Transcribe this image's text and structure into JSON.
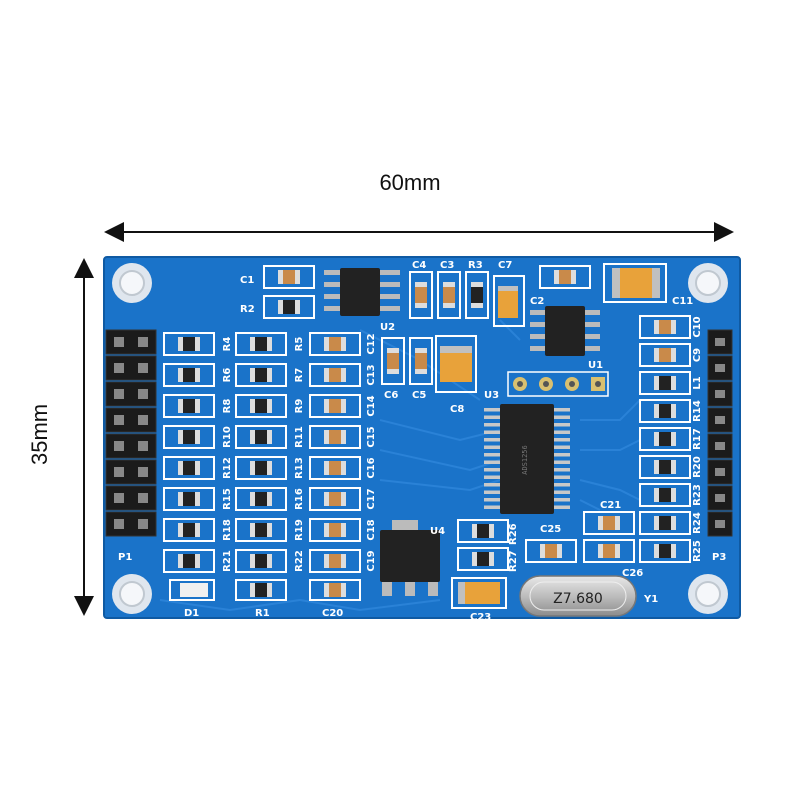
{
  "dimensions": {
    "width_label": "60mm",
    "height_label": "35mm"
  },
  "board": {
    "color": "#1a73c9",
    "silk_color": "#ffffff",
    "crystal_label": "Z7.680",
    "labels": {
      "c1": "C1",
      "r2": "R2",
      "c4": "C4",
      "c3": "C3",
      "r3": "R3",
      "c7": "C7",
      "u2": "U2",
      "c11": "C11",
      "c2": "C2",
      "c10": "C10",
      "c9": "C9",
      "l1": "L1",
      "r14": "R14",
      "r17": "R17",
      "r20": "R20",
      "r23": "R23",
      "r24": "R24",
      "r25": "R25",
      "p3": "P3",
      "c12": "C12",
      "c13": "C13",
      "c14": "C14",
      "c15": "C15",
      "c16": "C16",
      "c17": "C17",
      "c18": "C18",
      "c19": "C19",
      "c20": "C20",
      "c6": "C6",
      "c5": "C5",
      "c8": "C8",
      "u3": "U3",
      "u1": "U1",
      "u4": "U4",
      "r26": "R26",
      "r27": "R27",
      "c21": "C21",
      "c25": "C25",
      "c26": "C26",
      "c23": "C23",
      "y1": "Y1",
      "p1": "P1",
      "d1": "D1",
      "r1": "R1",
      "r4": "R4",
      "r5": "R5",
      "r6": "R6",
      "r7": "R7",
      "r8": "R8",
      "r9": "R9",
      "r10": "R10",
      "r11": "R11",
      "r12": "R12",
      "r13": "R13",
      "r15": "R15",
      "r16": "R16",
      "r18": "R18",
      "r19": "R19",
      "r21": "R21",
      "r22": "R22"
    }
  }
}
